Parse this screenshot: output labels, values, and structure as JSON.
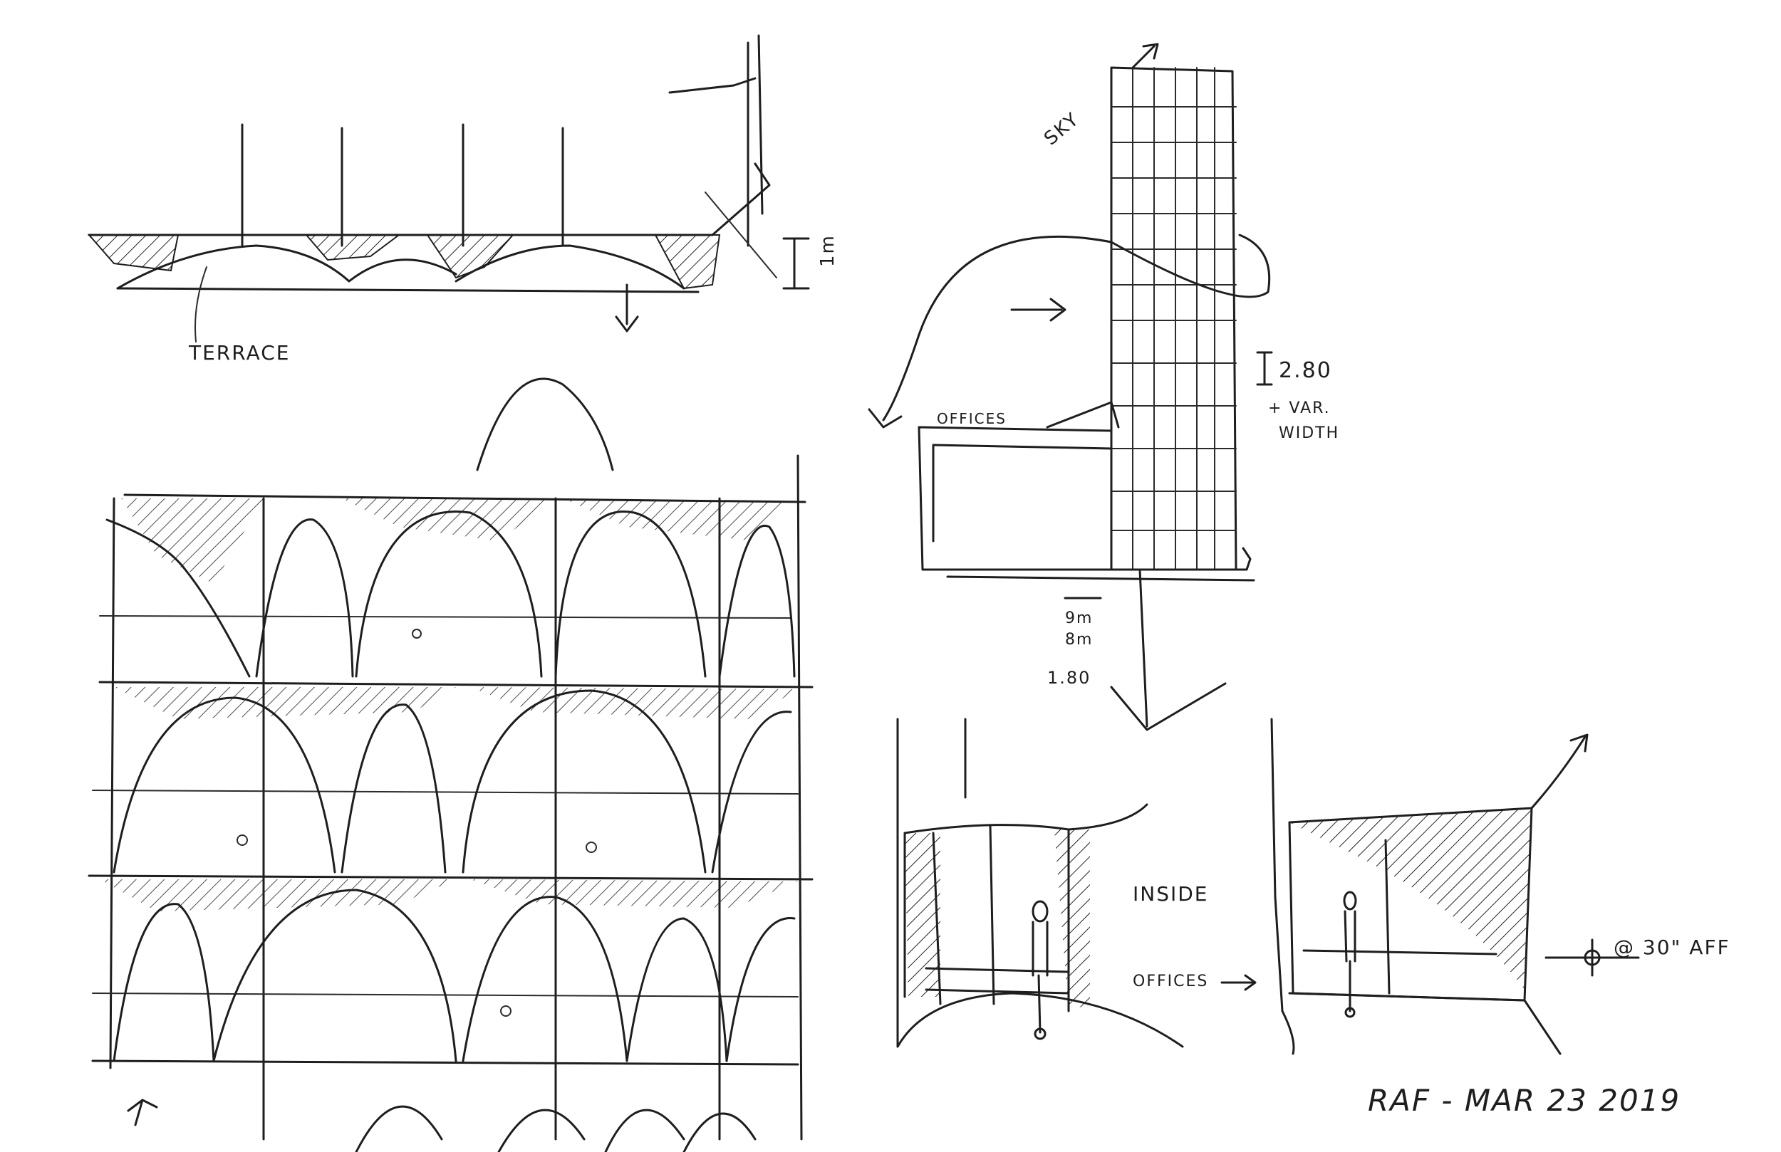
{
  "sheet": {
    "paper_color": "#ffffff",
    "ink_color": "#1e1e1e"
  },
  "section_sketch": {
    "terrace_label": "TERRACE",
    "height_dim": "1m"
  },
  "tower_sketch": {
    "sky_label": "SKY",
    "floor_height": "2.80",
    "floor_height_note_line1": "+ VAR.",
    "floor_height_note_line2": "WIDTH",
    "module_dim_line1": "9m",
    "module_dim_line2": "8m",
    "base_dim": "1.80",
    "podium_label": "OFFICES"
  },
  "interior_sketch": {
    "inside_label": "INSIDE",
    "offices_label": "OFFICES",
    "offset_label": "@ 30\" AFF"
  },
  "signature": {
    "text": "RAF - MAR 23 2019"
  }
}
